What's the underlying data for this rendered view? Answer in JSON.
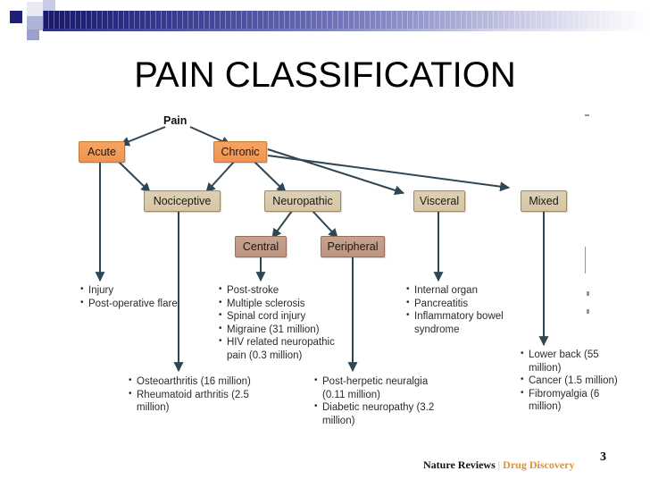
{
  "slide": {
    "title": "PAIN CLASSIFICATION",
    "page_number": "3",
    "accent_orange": "#ef9450",
    "accent_tan": "#d6c6a6",
    "accent_brown": "#bd9480",
    "header_gradient_start": "#171a6e",
    "header_gradient_end": "#ffffff"
  },
  "credit": {
    "journal": "Nature Reviews",
    "separator": "|",
    "section": "Drug Discovery"
  },
  "diagram": {
    "root": {
      "label": "Pain"
    },
    "nodes": [
      {
        "id": "acute",
        "label": "Acute",
        "style": "orange"
      },
      {
        "id": "chronic",
        "label": "Chronic",
        "style": "orange"
      },
      {
        "id": "nociceptive",
        "label": "Nociceptive",
        "style": "tan"
      },
      {
        "id": "neuropathic",
        "label": "Neuropathic",
        "style": "tan"
      },
      {
        "id": "visceral",
        "label": "Visceral",
        "style": "tan"
      },
      {
        "id": "mixed",
        "label": "Mixed",
        "style": "tan"
      },
      {
        "id": "central",
        "label": "Central",
        "style": "brown"
      },
      {
        "id": "peripheral",
        "label": "Peripheral",
        "style": "brown"
      }
    ],
    "edges": [
      {
        "from": "pain",
        "to": "acute"
      },
      {
        "from": "pain",
        "to": "chronic"
      },
      {
        "from": "acute",
        "to": "nociceptive"
      },
      {
        "from": "acute",
        "to": "acute-examples"
      },
      {
        "from": "chronic",
        "to": "nociceptive"
      },
      {
        "from": "chronic",
        "to": "neuropathic"
      },
      {
        "from": "chronic",
        "to": "visceral"
      },
      {
        "from": "chronic",
        "to": "mixed"
      },
      {
        "from": "neuropathic",
        "to": "central"
      },
      {
        "from": "neuropathic",
        "to": "peripheral"
      },
      {
        "from": "nociceptive",
        "to": "nociceptive-examples"
      },
      {
        "from": "central",
        "to": "central-examples"
      },
      {
        "from": "peripheral",
        "to": "peripheral-examples"
      },
      {
        "from": "visceral",
        "to": "visceral-examples"
      },
      {
        "from": "mixed",
        "to": "mixed-examples"
      }
    ],
    "example_lists": {
      "acute": [
        "Injury",
        "Post-operative flare"
      ],
      "central": [
        "Post-stroke",
        "Multiple sclerosis",
        "Spinal cord injury",
        "Migraine (31 million)",
        "HIV related neuropathic pain (0.3 million)"
      ],
      "visceral": [
        "Internal organ",
        "Pancreatitis",
        "Inflammatory bowel syndrome"
      ],
      "nociceptive": [
        "Osteoarthritis (16 million)",
        "Rheumatoid arthritis (2.5 million)"
      ],
      "peripheral": [
        "Post-herpetic neuralgia (0.11 million)",
        "Diabetic neuropathy (3.2 million)"
      ],
      "mixed": [
        "Lower back (55 million)",
        "Cancer (1.5 million)",
        "Fibromyalgia (6 million)"
      ]
    }
  }
}
